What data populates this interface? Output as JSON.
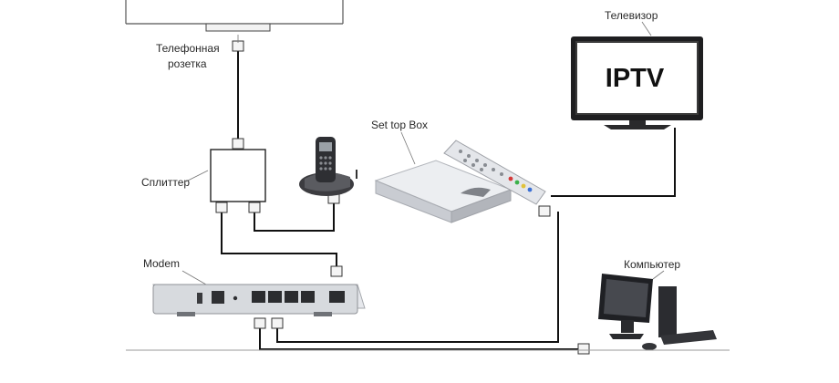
{
  "labels": {
    "phone_socket_line1": "Телефонная",
    "phone_socket_line2": "розетка",
    "tv": "Телевизор",
    "stb": "Set top Box",
    "splitter": "Сплиттер",
    "modem": "Modem",
    "computer": "Компьютер"
  },
  "tv_screen_text": "IPTV",
  "colors": {
    "cable": "#111111",
    "device_body": "#d9dbe0",
    "device_panel": "#b9bcc3",
    "tv_screen_frame": "#2a2a2a",
    "tv_screen": "#ffffff"
  }
}
